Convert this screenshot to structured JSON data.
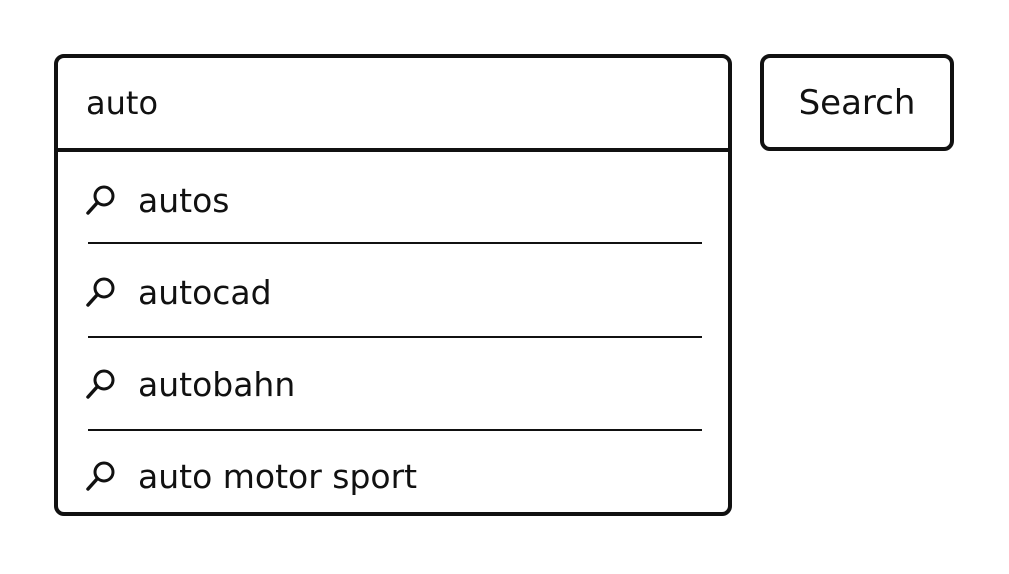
{
  "search": {
    "query": "auto",
    "button_label": "Search"
  },
  "suggestions": [
    {
      "label": "autos",
      "icon": "search-icon"
    },
    {
      "label": "autocad",
      "icon": "search-icon"
    },
    {
      "label": "autobahn",
      "icon": "search-icon"
    },
    {
      "label": "auto motor sport",
      "icon": "search-icon"
    }
  ]
}
